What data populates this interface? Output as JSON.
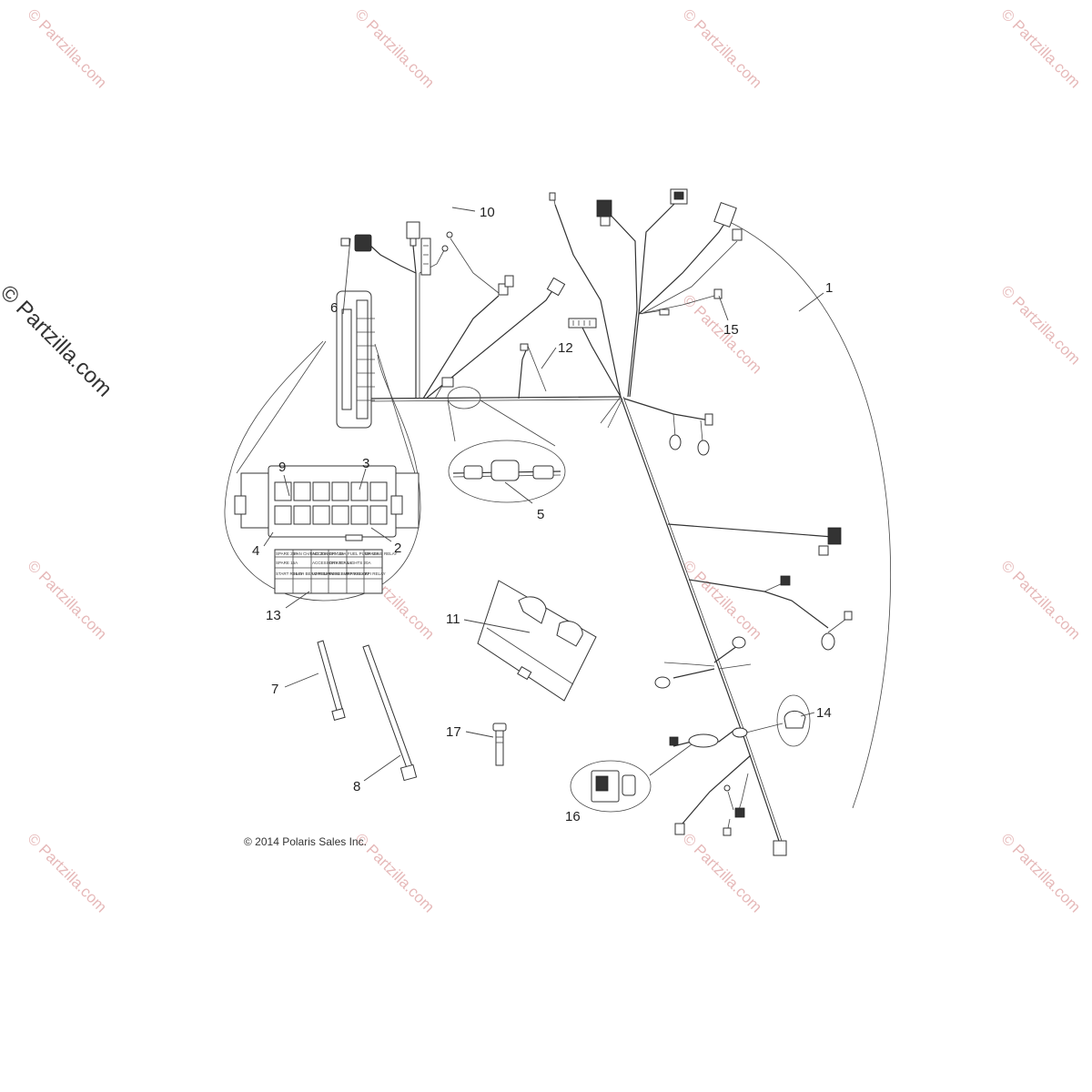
{
  "watermark": {
    "text": "© Partzilla.com"
  },
  "side_watermark": {
    "text": "© Partzilla.com"
  },
  "copyright": {
    "text": "© 2014 Polaris Sales Inc."
  },
  "callouts": [
    {
      "id": "c1",
      "label": "1"
    },
    {
      "id": "c2",
      "label": "2"
    },
    {
      "id": "c3",
      "label": "3"
    },
    {
      "id": "c4",
      "label": "4"
    },
    {
      "id": "c5",
      "label": "5"
    },
    {
      "id": "c6",
      "label": "6"
    },
    {
      "id": "c7",
      "label": "7"
    },
    {
      "id": "c8",
      "label": "8"
    },
    {
      "id": "c9",
      "label": "9"
    },
    {
      "id": "c10",
      "label": "10"
    },
    {
      "id": "c11",
      "label": "11"
    },
    {
      "id": "c12",
      "label": "12"
    },
    {
      "id": "c13",
      "label": "13"
    },
    {
      "id": "c14",
      "label": "14"
    },
    {
      "id": "c15",
      "label": "15"
    },
    {
      "id": "c16",
      "label": "16"
    },
    {
      "id": "c17",
      "label": "17"
    }
  ],
  "fuse_chart": {
    "row1": [
      "SPARE 25A",
      "FAN CH/ENG 20A",
      "ACCESSORY 15A",
      "EFI 10A",
      "FUEL PUMP 10A",
      "CHASSIS RELAY"
    ],
    "row2": [
      "SPARE 15A",
      "",
      "ACCESSORY 20A",
      "DRIVE 7.5A",
      "LIGHTS 20A",
      ""
    ],
    "row3": [
      "START RELAY",
      "HIGH BEAM RELAY",
      "LOW BEAM RELAY",
      "FUEL PUMP RELAY",
      "FAN RELAY",
      "EFI RELAY"
    ]
  }
}
